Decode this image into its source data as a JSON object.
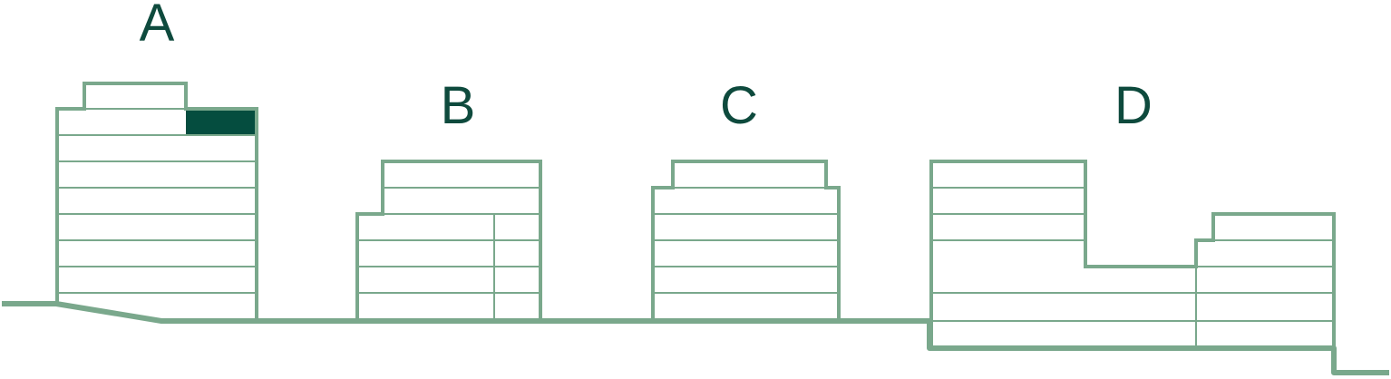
{
  "colors": {
    "outline": "#7aa88c",
    "highlight": "#054d3f",
    "label": "#0e4a3d",
    "background": "#ffffff"
  },
  "buildings": [
    {
      "label": "A",
      "highlighted_unit": true
    },
    {
      "label": "B"
    },
    {
      "label": "C"
    },
    {
      "label": "D"
    }
  ]
}
